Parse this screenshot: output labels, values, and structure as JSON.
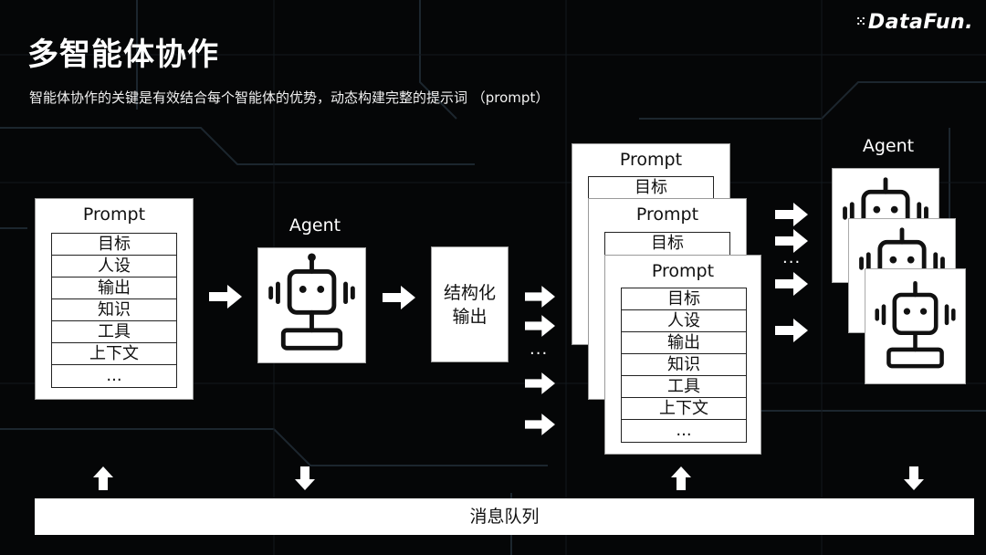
{
  "title": "多智能体协作",
  "subtitle": "智能体协作的关键是有效结合每个智能体的优势，动态构建完整的提示词 （prompt）",
  "logo": "DataFun.",
  "prompt_card": {
    "title": "Prompt",
    "rows": [
      "目标",
      "人设",
      "输出",
      "知识",
      "工具",
      "上下文",
      "..."
    ]
  },
  "agent_label": "Agent",
  "structured_output": [
    "结构化",
    "输出"
  ],
  "ellipsis": "...",
  "message_queue": "消息队列",
  "colors": {
    "background": "#050607",
    "panel": "#ffffff",
    "text_dark": "#111111",
    "grid_lines": "#1f2a33"
  }
}
